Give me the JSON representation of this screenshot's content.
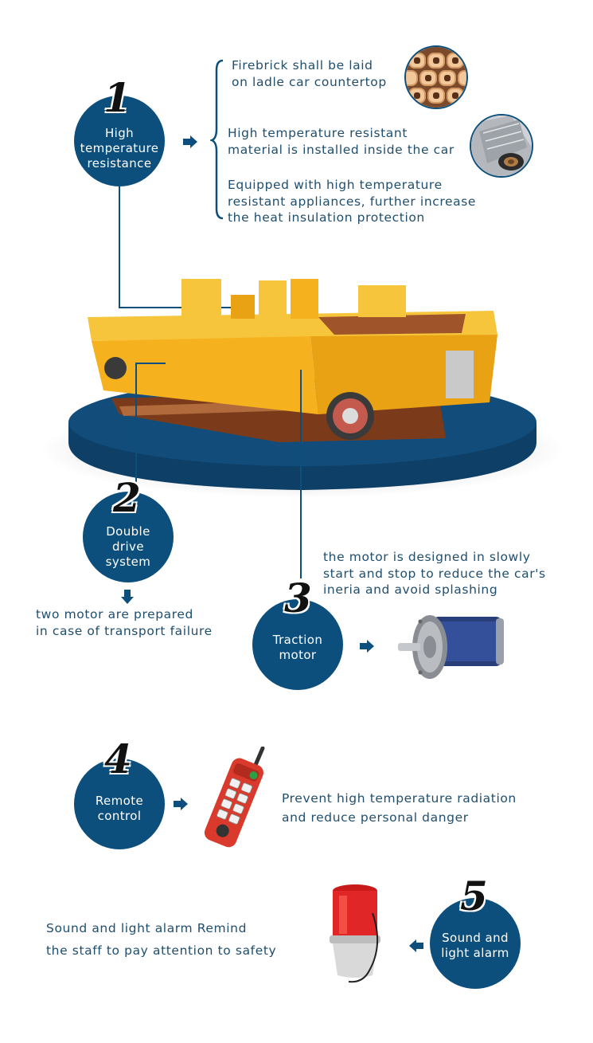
{
  "colors": {
    "accent": "#0d4f7c",
    "car_body": "#f5b21e",
    "platform": "#124c7a"
  },
  "feature1": {
    "number": "1",
    "title": "High\ntemperature\nresistance",
    "points": [
      "Firebrick shall be laid\non ladle car countertop",
      "High temperature resistant\nmaterial is installed inside the car",
      "Equipped with high temperature\nresistant appliances, further increase\nthe heat insulation protection"
    ]
  },
  "feature2": {
    "number": "2",
    "title": "Double\ndrive\nsystem",
    "desc": "two motor are prepared\nin case of  transport  failure"
  },
  "feature3": {
    "number": "3",
    "title": "Traction\nmotor",
    "desc": "the motor is designed in slowly\nstart and stop to reduce the car's\nineria and avoid splashing"
  },
  "feature4": {
    "number": "4",
    "title": "Remote\ncontrol",
    "desc": "Prevent high temperature radiation\nand reduce personal danger"
  },
  "feature5": {
    "number": "5",
    "title": "Sound and\nlight alarm",
    "desc": "Sound and light alarm Remind\nthe staff to pay attention to safety"
  }
}
